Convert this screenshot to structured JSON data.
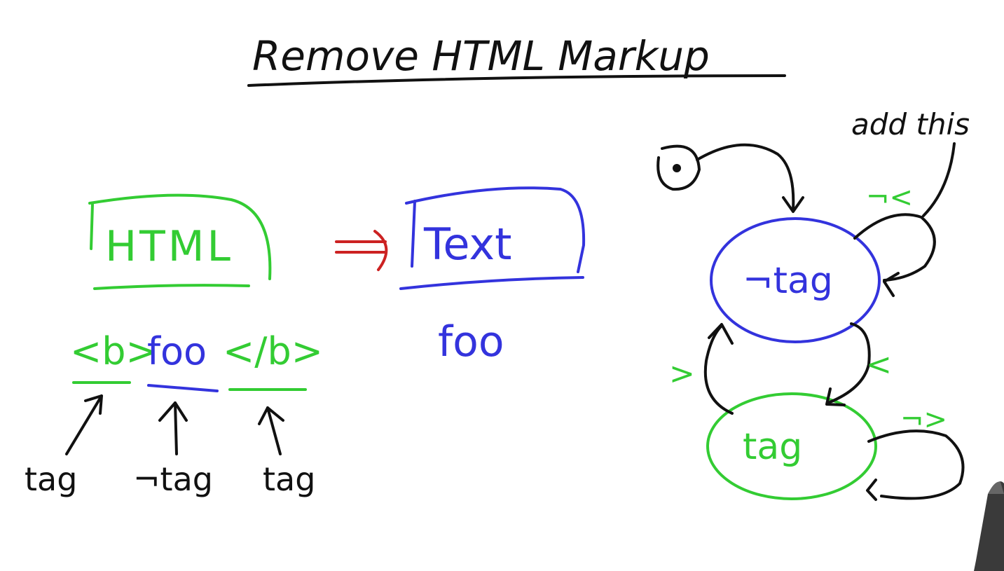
{
  "title": "Remove HTML Markup",
  "left": {
    "html_box_label": "HTML",
    "text_box_label": "Text",
    "example": {
      "open_tag": "<b>",
      "content": "foo",
      "close_tag": "</b>"
    },
    "output_text": "foo",
    "labels": [
      "tag",
      "¬tag",
      "tag"
    ]
  },
  "state_machine": {
    "start_marker": "•",
    "states": [
      {
        "id": "not_tag",
        "label": "¬tag"
      },
      {
        "id": "tag",
        "label": "tag"
      }
    ],
    "transitions": [
      {
        "from": "not_tag",
        "to": "not_tag",
        "label": "¬<"
      },
      {
        "from": "not_tag",
        "to": "tag",
        "label": "<"
      },
      {
        "from": "tag",
        "to": "not_tag",
        "label": ">"
      },
      {
        "from": "tag",
        "to": "tag",
        "label": "¬>"
      }
    ],
    "annotation": "add this"
  },
  "colors": {
    "ink": "#111111",
    "green": "#33cc33",
    "blue": "#3333dd",
    "red": "#cc2222"
  }
}
